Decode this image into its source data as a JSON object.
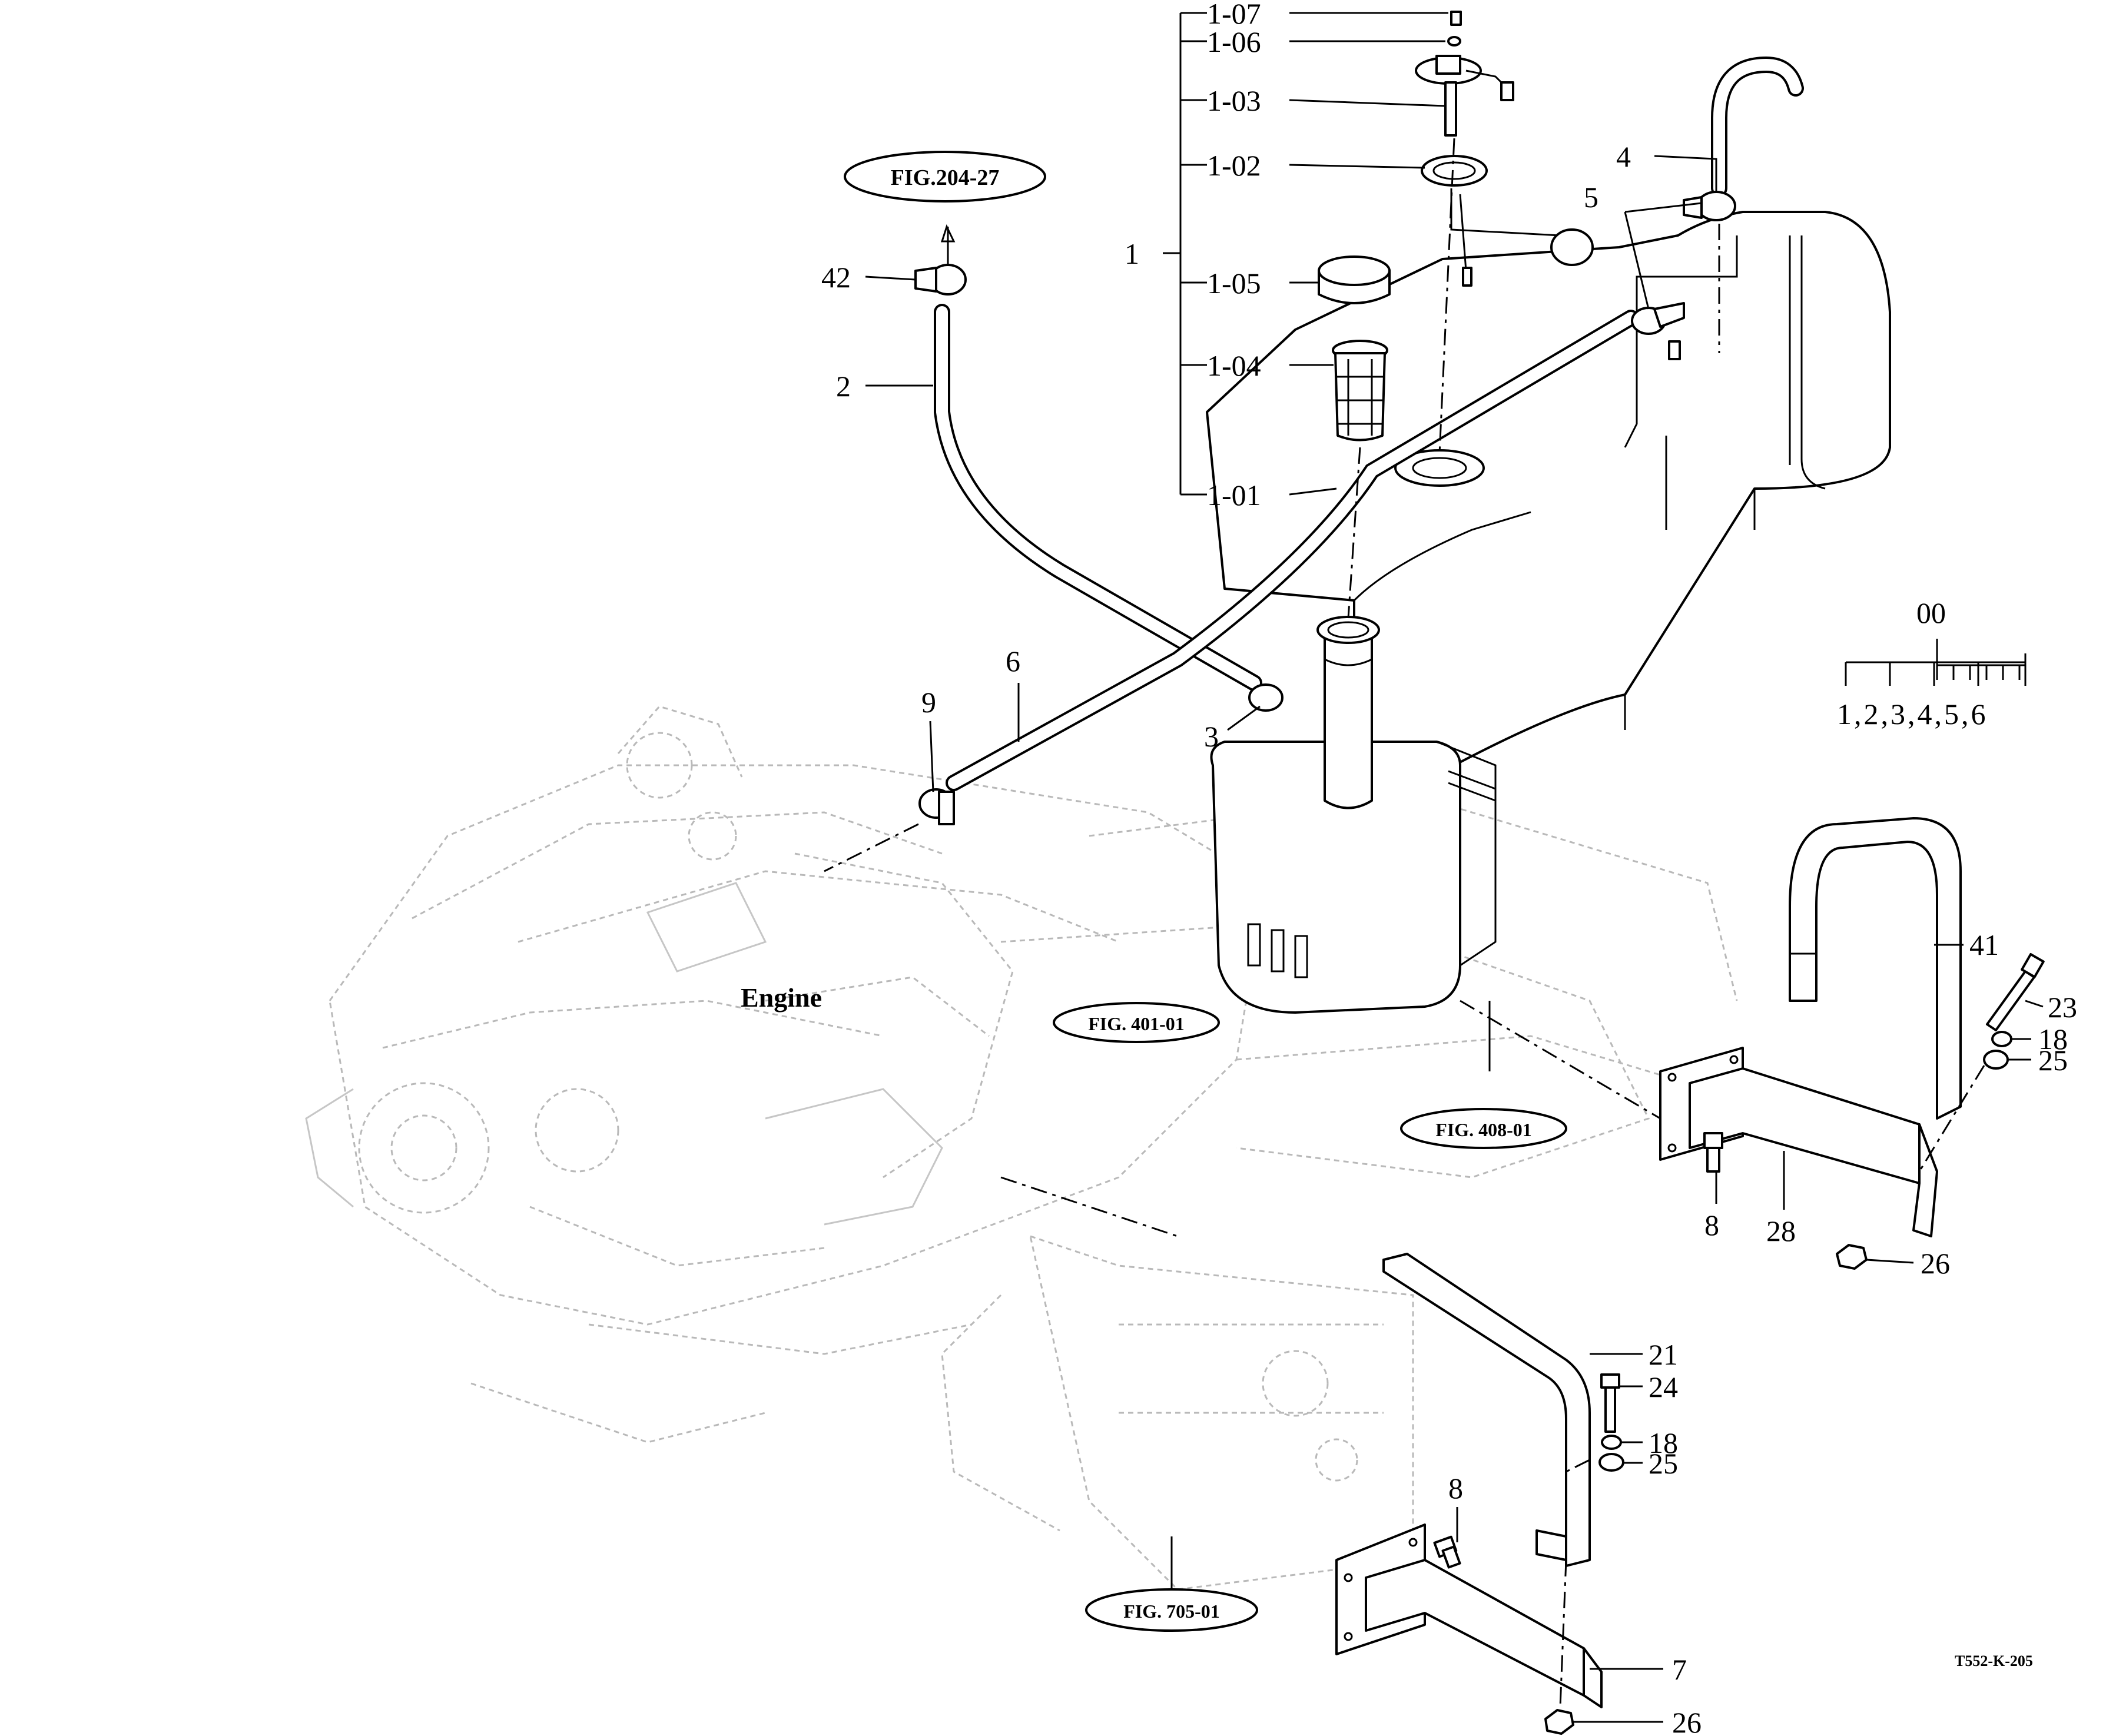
{
  "callouts": {
    "p1_07": "1-07",
    "p1_06": "1-06",
    "p1_03": "1-03",
    "p1_02": "1-02",
    "p1": "1",
    "p1_05": "1-05",
    "p1_04": "1-04",
    "p1_01": "1-01",
    "p2": "2",
    "p3": "3",
    "p4": "4",
    "p5": "5",
    "p6": "6",
    "p9": "9",
    "p42": "42",
    "p41": "41",
    "p23": "23",
    "p18a": "18",
    "p25a": "25",
    "p8a": "8",
    "p28": "28",
    "p26a": "26",
    "p21": "21",
    "p24": "24",
    "p18b": "18",
    "p25b": "25",
    "p8b": "8",
    "p7": "7",
    "p26b": "26"
  },
  "references": {
    "fig204": "FIG.204-27",
    "fig401": "FIG. 401-01",
    "fig408": "FIG. 408-01",
    "fig705": "FIG. 705-01"
  },
  "engine_label": "Engine",
  "variants": {
    "code": "00",
    "list": "1,2,3,4,5,6"
  },
  "drawing_code": "T552-K-205"
}
